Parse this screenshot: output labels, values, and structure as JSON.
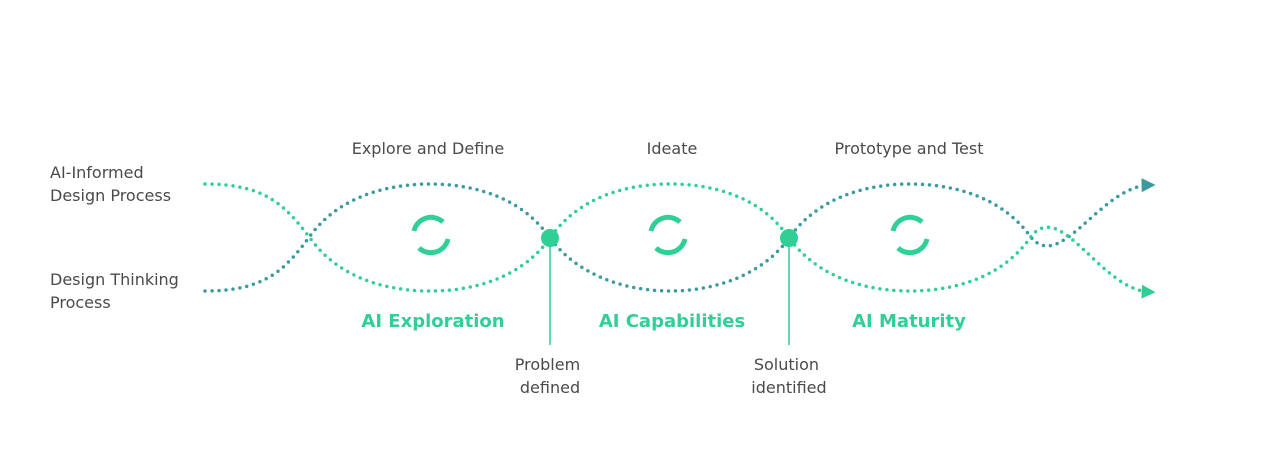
{
  "left_labels": {
    "ai_informed": [
      "AI-Informed",
      "Design Process"
    ],
    "design_thinking": [
      "Design Thinking",
      "Process"
    ]
  },
  "phases": [
    {
      "title": "Explore and Define",
      "stage": "AI Exploration"
    },
    {
      "title": "Ideate",
      "stage": "AI Capabilities"
    },
    {
      "title": "Prototype and Test",
      "stage": "AI Maturity"
    }
  ],
  "milestones": [
    {
      "lines": [
        "Problem",
        "defined"
      ]
    },
    {
      "lines": [
        "Solution",
        "identified"
      ]
    }
  ],
  "colors": {
    "ai_strand": "#3a9aa0",
    "design_strand": "#2fcf95",
    "stage_label": "#2fcf95",
    "icon": "#2fcf95",
    "milestone_dot": "#2fcf95",
    "text": "#4a4a4a"
  },
  "icons": {
    "cycle": "refresh-cycle-icon"
  }
}
